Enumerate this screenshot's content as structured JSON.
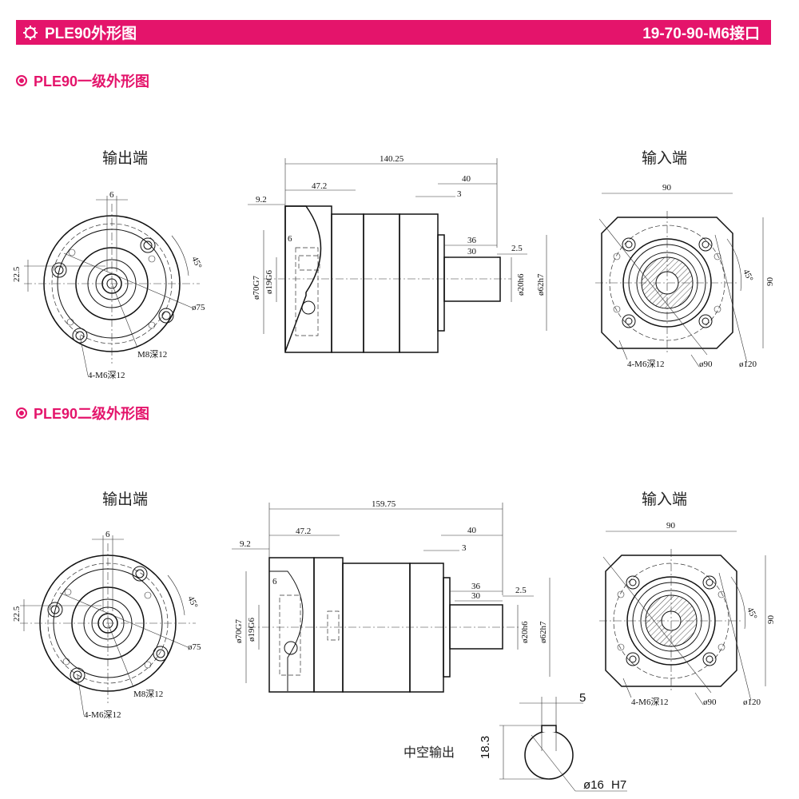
{
  "header": {
    "title": "PLE90外形图",
    "interface": "19-70-90-M6接口"
  },
  "sections": [
    {
      "title": "PLE90一级外形图"
    },
    {
      "title": "PLE90二级外形图"
    }
  ],
  "labels": {
    "output_end": "输出端",
    "input_end": "输入端",
    "hollow_output": "中空输出"
  },
  "dims": {
    "len1": "140.25",
    "len2": "159.75",
    "d47_2": "47.2",
    "d9_2": "9.2",
    "d40": "40",
    "d3": "3",
    "d6": "6",
    "d36": "36",
    "d30": "30",
    "d2_5": "2.5",
    "d22_5": "22.5",
    "d45": "45°",
    "phi75": "ø75",
    "m8": "M8深12",
    "m6": "4-M6深12",
    "phi70": "ø70G7",
    "phi19": "ø19G6",
    "phi20": "ø20h6",
    "phi62": "ø62h7",
    "d90": "90",
    "phi90": "ø90",
    "phi120": "ø120",
    "k5": "5",
    "k18_3": "18.3",
    "kphi16": "ø16",
    "kh7": "H7"
  },
  "colors": {
    "accent": "#e4146b",
    "line": "#111111"
  }
}
